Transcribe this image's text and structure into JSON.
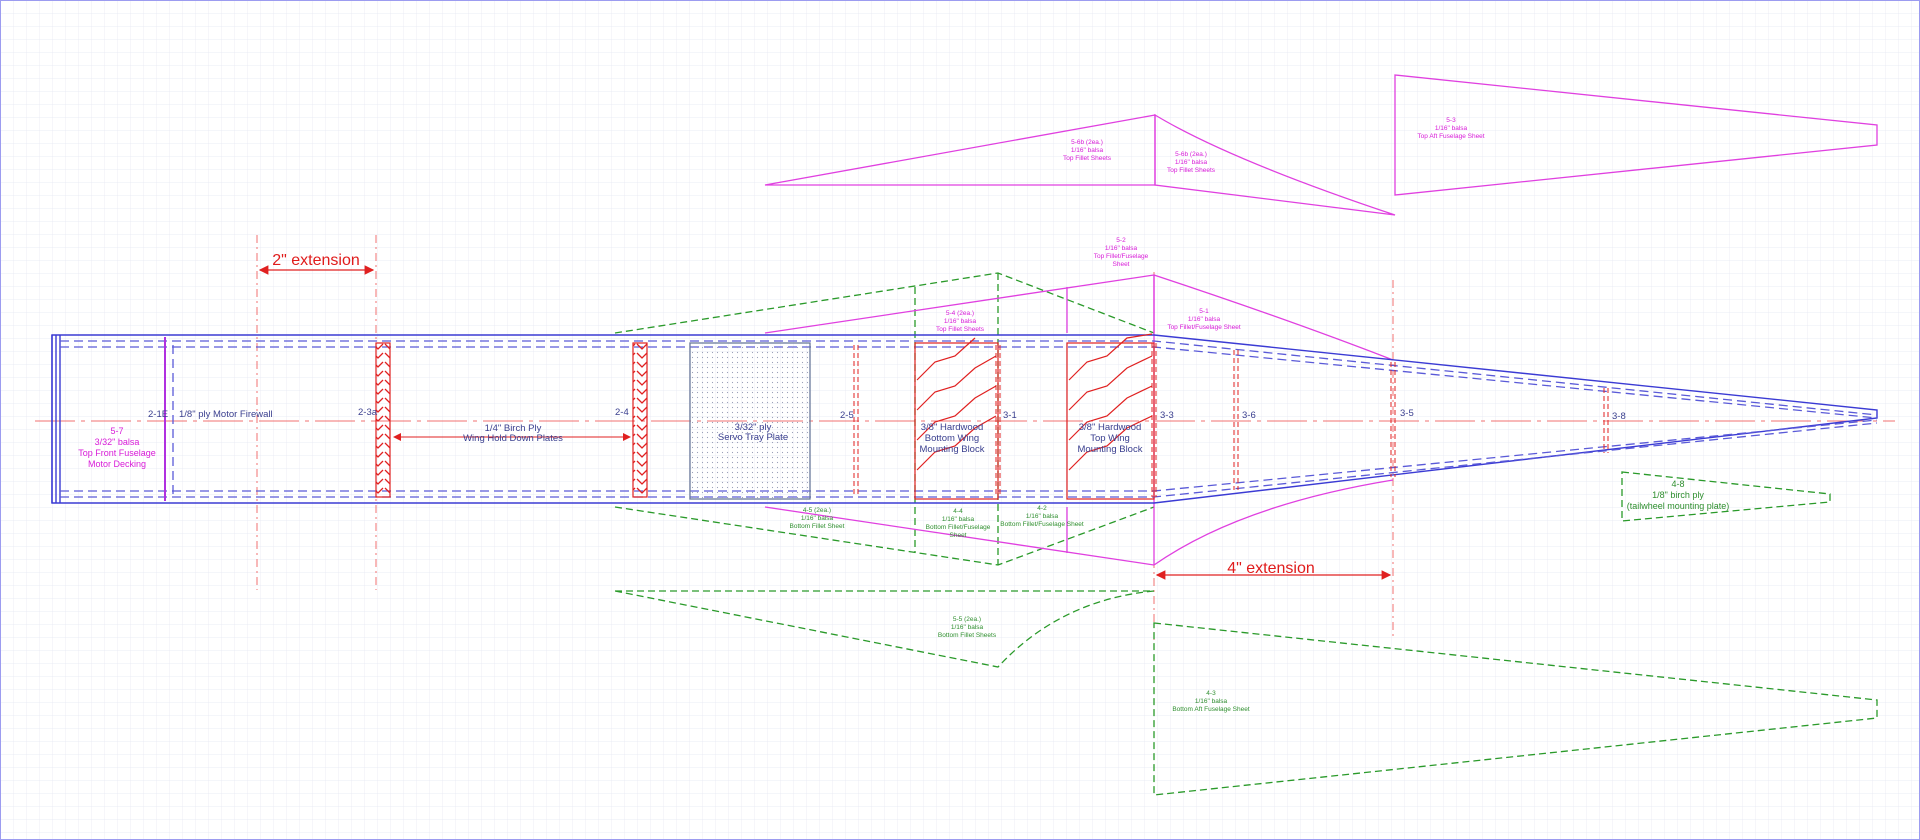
{
  "colors": {
    "outline": "#3b3bd4",
    "dashed": "#5a5ad8",
    "magenta": "#e040e0",
    "green": "#2a9a2a",
    "red": "#e02020",
    "grid": "#e4e6f2",
    "text": "#3a3f8f"
  },
  "dimensions": {
    "ext2": "2\" extension",
    "ext4": "4\" extension"
  },
  "stations": {
    "s2_1e": "2-1E",
    "s2_3a": "2-3a",
    "s2_4": "2-4",
    "s2_5": "2-5",
    "s3_1": "3-1",
    "s3_3": "3-3",
    "s3_6": "3-6",
    "s3_5": "3-5",
    "s3_8": "3-8"
  },
  "parts": {
    "firewall": "1/8\" ply Motor Firewall",
    "wing_plates": [
      "1/4\" Birch Ply",
      "Wing Hold Down Plates"
    ],
    "servo_tray": [
      "3/32\" ply",
      "Servo Tray Plate"
    ],
    "bottom_block": [
      "3/8\" Hardwood",
      "Bottom Wing",
      "Mounting Block"
    ],
    "top_block": [
      "3/8\" Hardwood",
      "Top Wing",
      "Mounting Block"
    ],
    "decking": [
      "5-7",
      "3/32\" balsa",
      "Top Front Fuselage",
      "Motor Decking"
    ],
    "tailwheel": [
      "4-8",
      "1/8\" birch ply",
      "(tailwheel mounting plate)"
    ]
  },
  "sheets": {
    "s5_6b": [
      "5-6b (2ea.)",
      "1/16\" balsa",
      "Top Fillet Sheets"
    ],
    "s5_6b_b": [
      "5-6b (2ea.)",
      "1/16\" balsa",
      "Top Fillet Sheets"
    ],
    "s5_3": [
      "5-3",
      "1/16\" balsa",
      "Top Aft Fuselage Sheet"
    ],
    "s5_2": [
      "5-2",
      "1/16\" balsa",
      "Top Fillet/Fuselage",
      "Sheet"
    ],
    "s5_4": [
      "5-4 (2ea.)",
      "1/16\" balsa",
      "Top Fillet Sheets"
    ],
    "s5_1": [
      "5-1",
      "1/16\" balsa",
      "Top Fillet/Fuselage Sheet"
    ],
    "s4_5": [
      "4-5 (2ea.)",
      "1/16\" balsa",
      "Bottom Fillet Sheet"
    ],
    "s4_4": [
      "4-4",
      "1/16\" balsa",
      "Bottom Fillet/Fuselage",
      "Sheet"
    ],
    "s4_2": [
      "4-2",
      "1/16\" balsa",
      "Bottom Fillet/Fuselage Sheet"
    ],
    "s5_5": [
      "5-5 (2ea.)",
      "1/16\" balsa",
      "Bottom Fillet Sheets"
    ],
    "s4_3": [
      "4-3",
      "1/16\" balsa",
      "Bottom Aft Fuselage Sheet"
    ]
  }
}
